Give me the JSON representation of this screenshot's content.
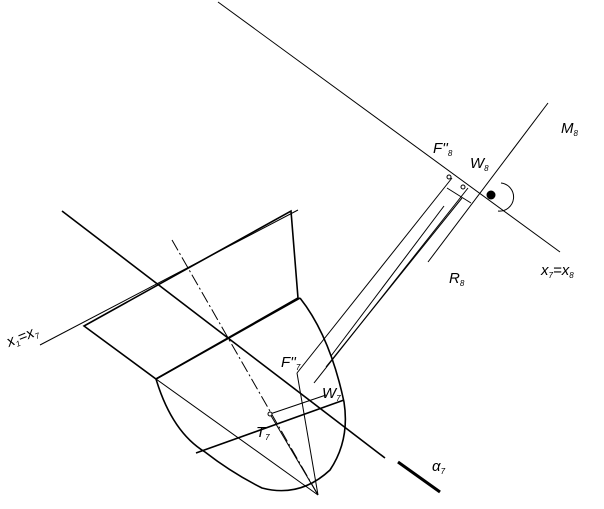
{
  "labels": {
    "x1x7": {
      "main": "x",
      "s1": "1",
      "eq": "=x",
      "s2": "7"
    },
    "x7x8": {
      "main": "x",
      "s1": "7",
      "eq": "=x",
      "s2": "8"
    },
    "F8": {
      "main": "F''",
      "sub": "8"
    },
    "W8": {
      "main": "W",
      "sub": "8"
    },
    "M8": {
      "main": "M",
      "sub": "8"
    },
    "R8": {
      "main": "R",
      "sub": "8"
    },
    "F7": {
      "main": "F''",
      "sub": "7"
    },
    "W7": {
      "main": "W",
      "sub": "7"
    },
    "T7": {
      "main": "T",
      "sub": "7"
    },
    "alpha7": {
      "main": "α",
      "sub": "7"
    }
  }
}
